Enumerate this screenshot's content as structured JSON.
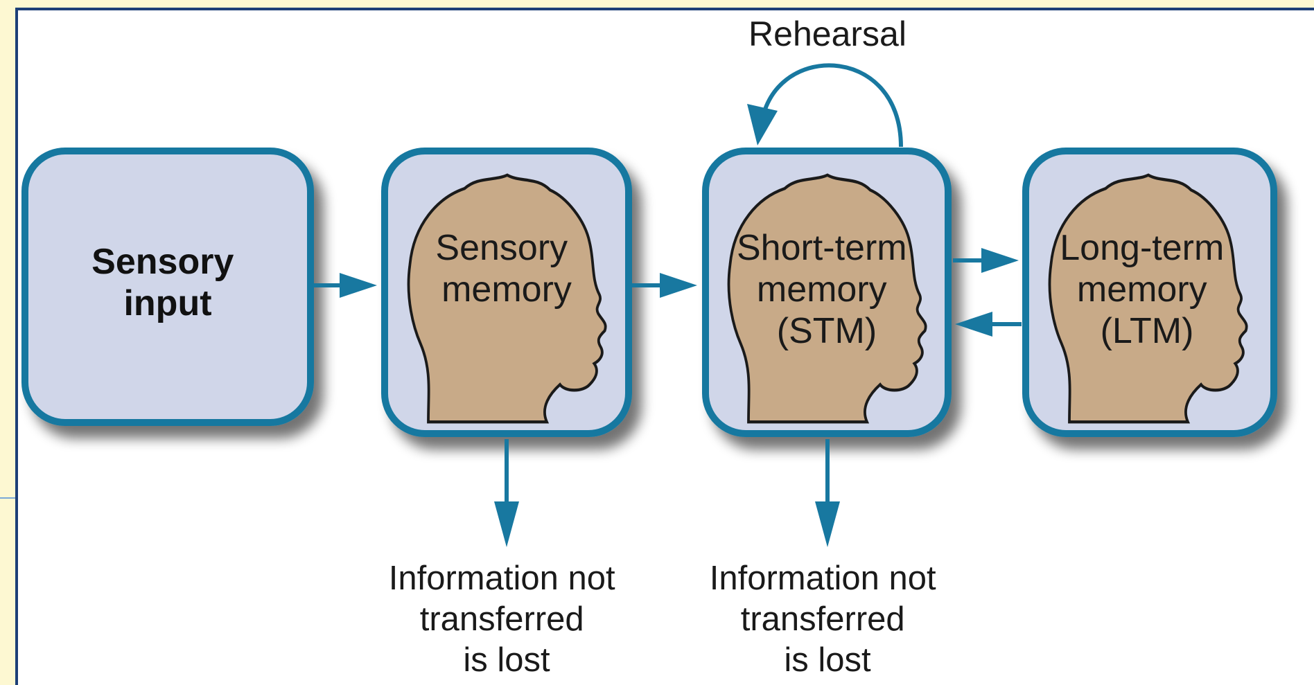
{
  "title": "",
  "nodes": {
    "sensory_input": {
      "line1": "Sensory",
      "line2": "input"
    },
    "sensory_memory": {
      "line1": "Sensory",
      "line2": "memory"
    },
    "short_term": {
      "line1": "Short-term",
      "line2": "memory",
      "line3": "(STM)"
    },
    "long_term": {
      "line1": "Long-term",
      "line2": "memory",
      "line3": "(LTM)"
    }
  },
  "loop_label": "Rehearsal",
  "lost_left": {
    "line1": "Information not",
    "line2": "transferred",
    "line3": "is lost"
  },
  "lost_right": {
    "line1": "Information not",
    "line2": "transferred",
    "line3": "is lost"
  },
  "colors": {
    "box_fill": "#d0d6e9",
    "box_stroke": "#1878a0",
    "head_fill": "#c8aa88",
    "arrow": "#1878a0",
    "frame": "#1d3f78",
    "background": "#fdf8d2"
  }
}
